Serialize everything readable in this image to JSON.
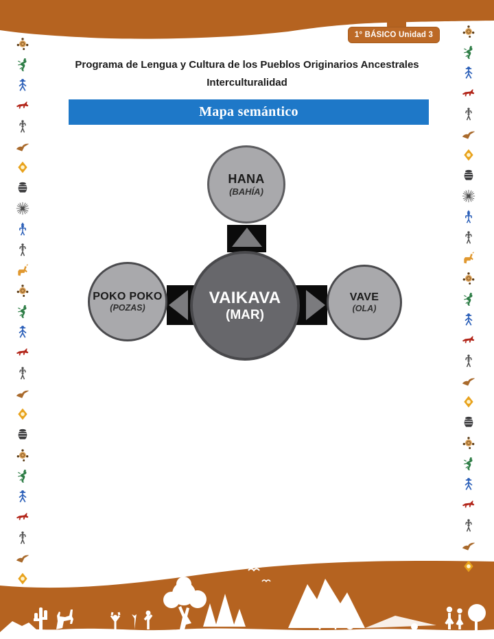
{
  "badge": {
    "label": "1° BÁSICO Unidad 3"
  },
  "header": {
    "line1": "Programa de Lengua y Cultura de los Pueblos Originarios Ancestrales",
    "line2": "Interculturalidad"
  },
  "banner": {
    "title": "Mapa semántico"
  },
  "diagram": {
    "center": {
      "term": "VAIKAVA",
      "translation": "(MAR)"
    },
    "top": {
      "term": "HANA",
      "translation": "(BAHÍA)"
    },
    "left": {
      "term": "POKO POKO",
      "translation": "(POZAS)"
    },
    "right": {
      "term": "VAVE",
      "translation": "(OLA)"
    }
  },
  "icon_columns": {
    "sequence": [
      "sun-glyph",
      "lizard",
      "man-figure",
      "fox",
      "totem",
      "condor",
      "diamond",
      "pot",
      "starburst",
      "man-figure-2",
      "totem",
      "dog",
      "sun-glyph",
      "lizard",
      "man-figure",
      "fox",
      "totem",
      "condor",
      "diamond",
      "pot",
      "sun-glyph",
      "lizard",
      "man-figure",
      "fox",
      "totem",
      "condor",
      "diamond"
    ]
  },
  "colors": {
    "band_orange": "#B56320",
    "badge_orange": "#BC6926",
    "banner_blue": "#1E78C8",
    "circle_light": "#A9A9AC",
    "circle_dark": "#67676B",
    "arrow_block_black": "#0B0B0B",
    "arrow_triangle_gray": "#7B7B7E"
  }
}
